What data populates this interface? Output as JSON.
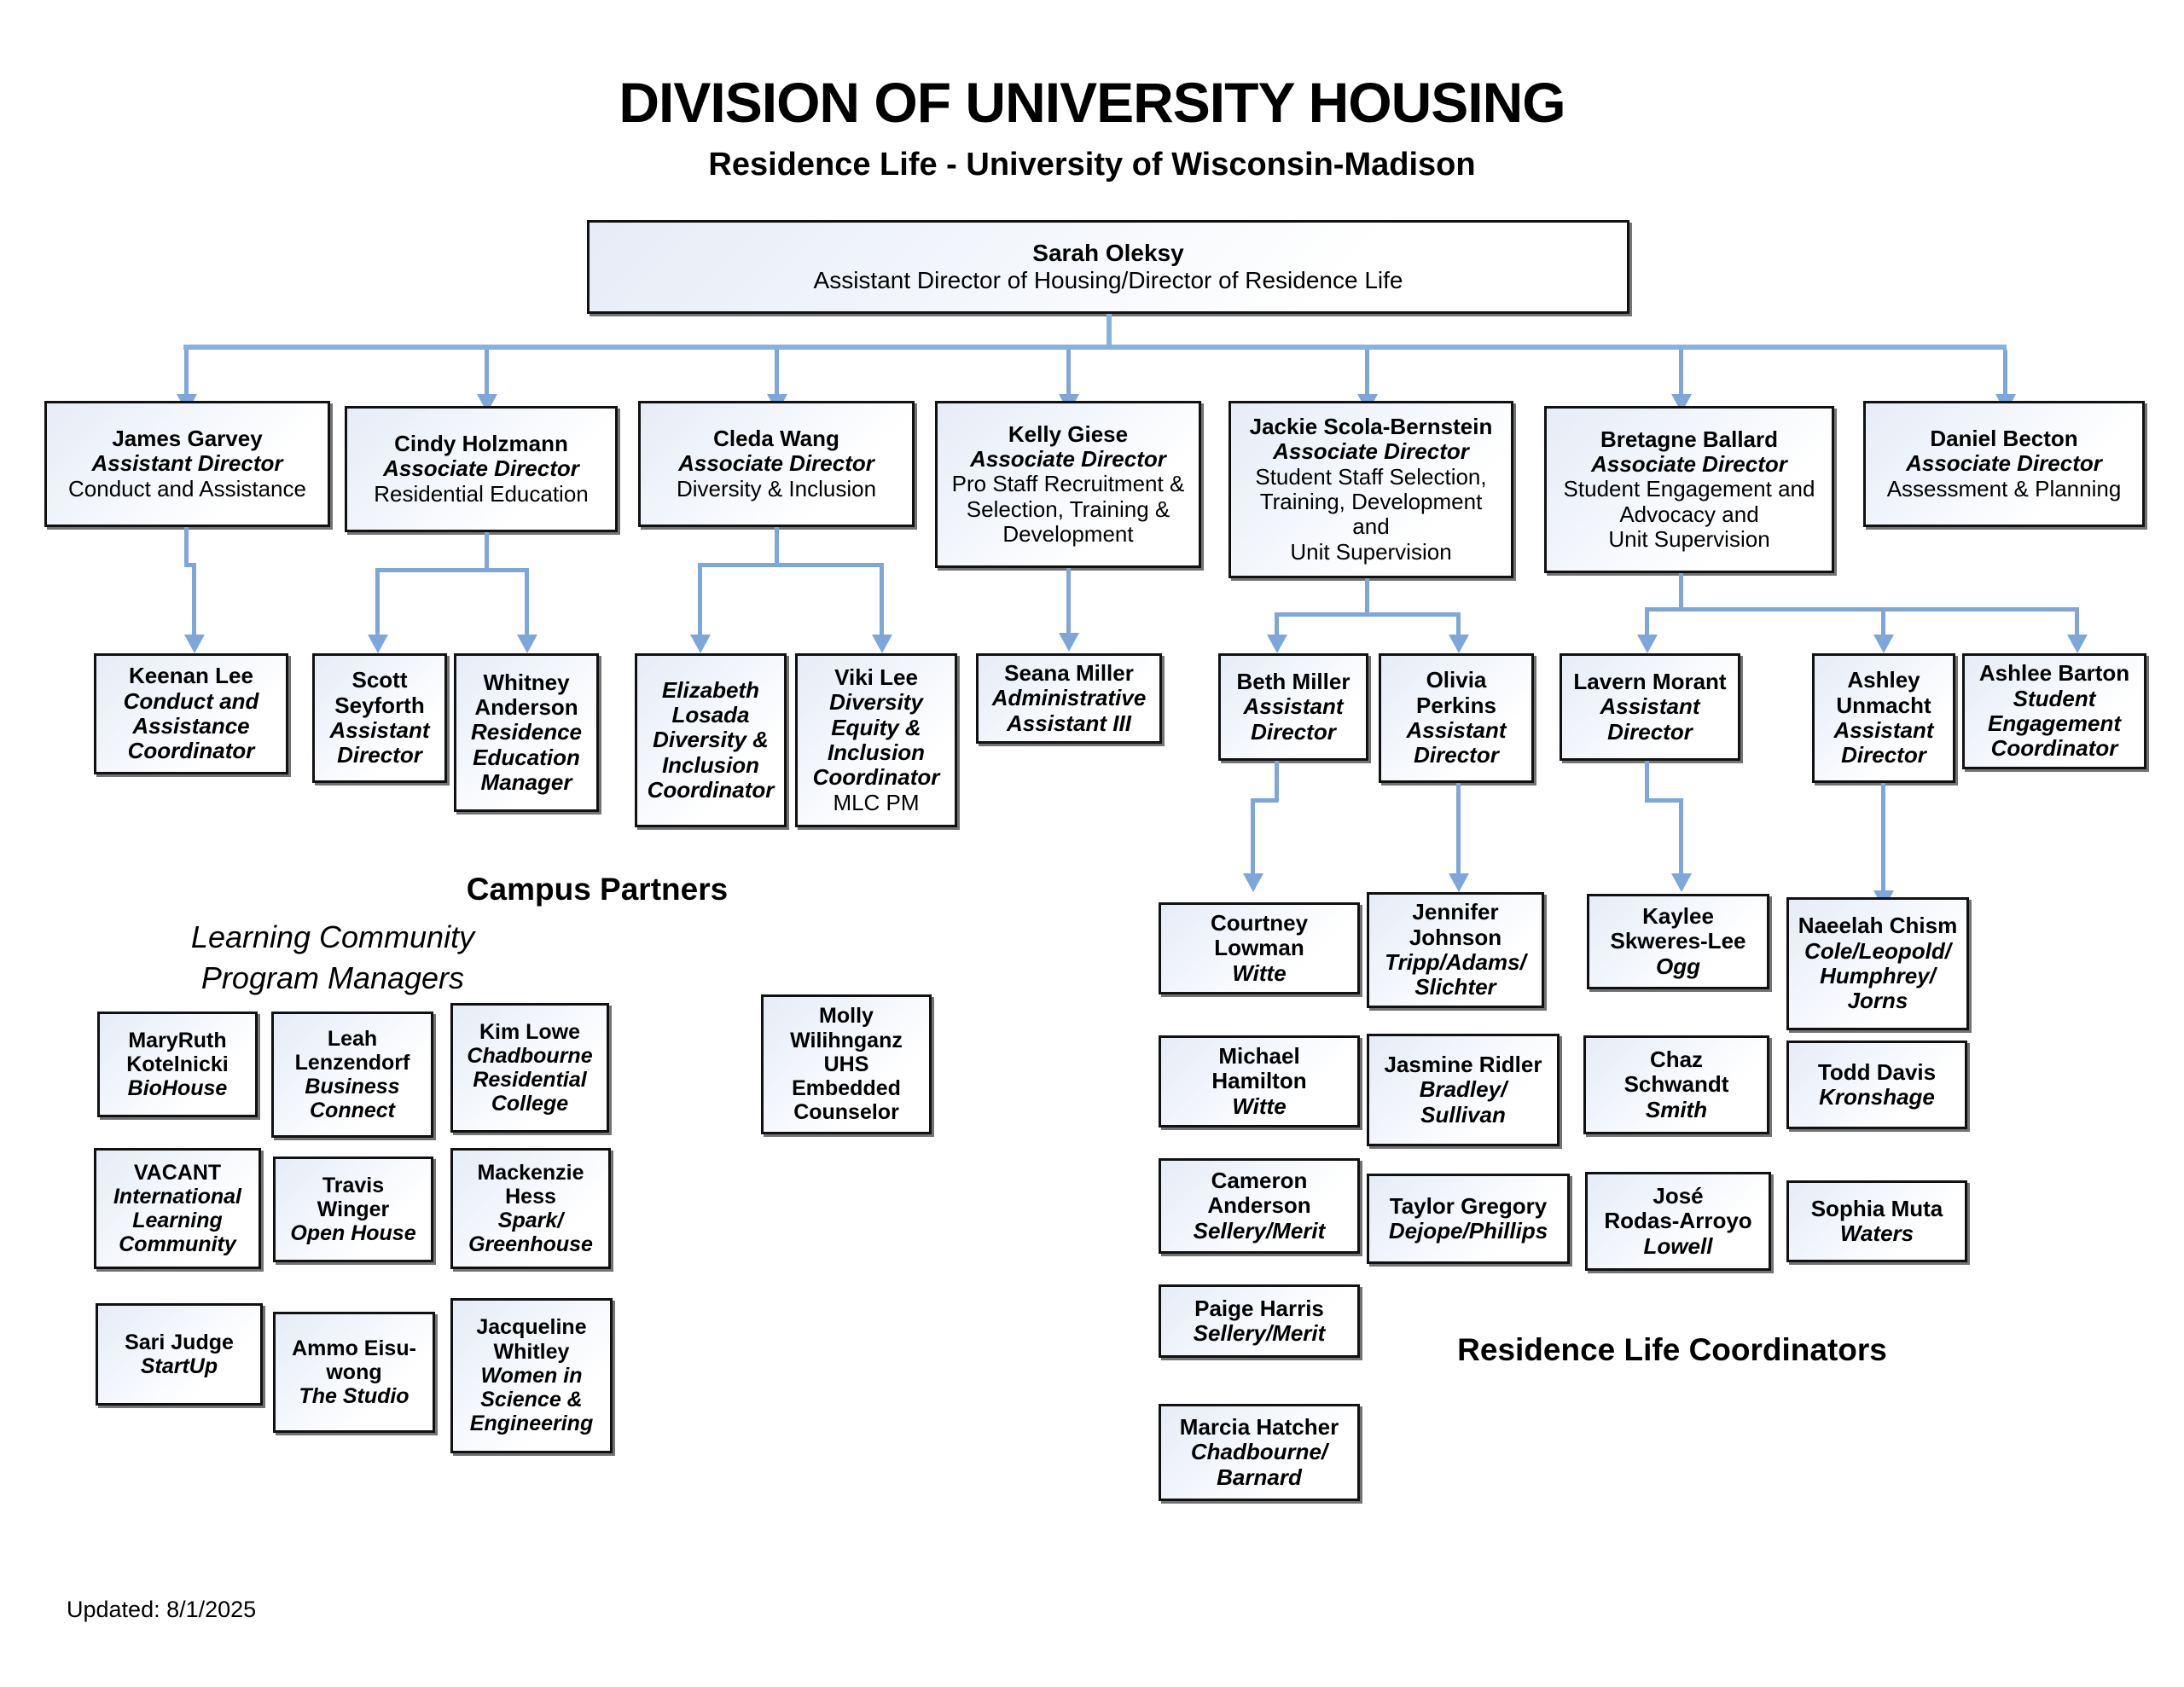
{
  "header": {
    "title": "DIVISION OF UNIVERSITY HOUSING",
    "subtitle": "Residence Life - University of Wisconsin-Madison"
  },
  "footer": {
    "updated": "Updated: 8/1/2025"
  },
  "sections": {
    "campus_partners": "Campus Partners",
    "learning_community": "Learning Community\nProgram Managers",
    "learning_community_l1": "Learning Community",
    "learning_community_l2": "Program Managers",
    "residence_life_coordinators": "Residence Life Coordinators"
  },
  "director": {
    "name": "Sarah Oleksy",
    "title": "Assistant Director of Housing/Director of Residence Life"
  },
  "tier2": [
    {
      "name": "James Garvey",
      "role": "Assistant Director",
      "unit": "Conduct and Assistance"
    },
    {
      "name": "Cindy Holzmann",
      "role": "Associate Director",
      "unit": "Residential Education"
    },
    {
      "name": "Cleda Wang",
      "role": "Associate Director",
      "unit": "Diversity & Inclusion"
    },
    {
      "name": "Kelly Giese",
      "role": "Associate Director",
      "unit": "Pro Staff Recruitment &\nSelection, Training &\nDevelopment",
      "unit_lines": [
        "Pro Staff Recruitment &",
        "Selection, Training &",
        "Development"
      ]
    },
    {
      "name": "Jackie Scola-Bernstein",
      "role": "Associate Director",
      "unit": "Student Staff Selection, Training, Development and Unit Supervision",
      "unit_lines": [
        "Student Staff Selection,",
        "Training, Development",
        "and",
        "Unit Supervision"
      ]
    },
    {
      "name": "Bretagne Ballard",
      "role": "Associate Director",
      "unit": "Student Engagement and Advocacy and Unit Supervision",
      "unit_lines": [
        "Student Engagement and",
        "Advocacy and",
        "Unit Supervision"
      ]
    },
    {
      "name": "Daniel Becton",
      "role": "Associate Director",
      "unit": "Assessment & Planning"
    }
  ],
  "tier3": [
    {
      "name_lines": [
        "Keenan Lee"
      ],
      "role_lines": [
        "Conduct and",
        "Assistance",
        "Coordinator"
      ]
    },
    {
      "name_lines": [
        "Scott",
        "Seyforth"
      ],
      "role_lines": [
        "Assistant",
        "Director"
      ]
    },
    {
      "name_lines": [
        "Whitney",
        "Anderson"
      ],
      "role_lines": [
        "Residence",
        "Education",
        "Manager"
      ]
    },
    {
      "name_lines": [],
      "role_lines": [
        "Elizabeth",
        "Losada",
        "Diversity &",
        "Inclusion",
        "Coordinator"
      ],
      "all_italic": true
    },
    {
      "name_lines": [
        "Viki Lee"
      ],
      "role_lines": [
        "Diversity",
        "Equity &",
        "Inclusion",
        "Coordinator"
      ],
      "plain_lines": [
        "MLC PM"
      ]
    },
    {
      "name_lines": [
        "Seana Miller"
      ],
      "role_lines": [
        "Administrative",
        "Assistant III"
      ]
    },
    {
      "name_lines": [
        "Beth Miller"
      ],
      "role_lines": [
        "Assistant",
        "Director"
      ]
    },
    {
      "name_lines": [
        "Olivia",
        "Perkins"
      ],
      "role_lines": [
        "Assistant",
        "Director"
      ]
    },
    {
      "name_lines": [
        "Lavern Morant"
      ],
      "role_lines": [
        "Assistant",
        "Director"
      ]
    },
    {
      "name_lines": [
        "Ashley",
        "Unmacht"
      ],
      "role_lines": [
        "Assistant",
        "Director"
      ]
    },
    {
      "name_lines": [
        "Ashlee Barton"
      ],
      "role_lines": [
        "Student",
        "Engagement",
        "Coordinator"
      ]
    }
  ],
  "campus_partners": [
    {
      "name_lines": [
        "MaryRuth",
        "Kotelnicki"
      ],
      "program_lines": [
        "BioHouse"
      ]
    },
    {
      "name_lines": [
        "Leah",
        "Lenzendorf"
      ],
      "program_lines": [
        "Business",
        "Connect"
      ]
    },
    {
      "name_lines": [
        "Kim Lowe"
      ],
      "program_lines": [
        "Chadbourne",
        "Residential",
        "College"
      ]
    },
    {
      "name_lines": [
        "VACANT"
      ],
      "program_lines": [
        "International",
        "Learning",
        "Community"
      ]
    },
    {
      "name_lines": [
        "Travis",
        "Winger"
      ],
      "program_lines": [
        "Open House"
      ]
    },
    {
      "name_lines": [
        "Mackenzie",
        "Hess"
      ],
      "program_lines": [
        "Spark/",
        "Greenhouse"
      ]
    },
    {
      "name_lines": [
        "Sari Judge"
      ],
      "program_lines": [
        "StartUp"
      ]
    },
    {
      "name_lines": [
        "Ammo Eisu-",
        "wong"
      ],
      "program_lines": [
        "The Studio"
      ]
    },
    {
      "name_lines": [
        "Jacqueline",
        "Whitley"
      ],
      "program_lines": [
        "Women in",
        "Science &",
        "Engineering"
      ]
    }
  ],
  "counselor": {
    "name_lines": [
      "Molly",
      "Wilihnganz",
      "UHS",
      "Embedded",
      "Counselor"
    ]
  },
  "coordinators": {
    "col1": [
      {
        "name_lines": [
          "Courtney",
          "Lowman"
        ],
        "hall_lines": [
          "Witte"
        ]
      },
      {
        "name_lines": [
          "Michael",
          "Hamilton"
        ],
        "hall_lines": [
          "Witte"
        ]
      },
      {
        "name_lines": [
          "Cameron",
          "Anderson"
        ],
        "hall_lines": [
          "Sellery/Merit"
        ]
      },
      {
        "name_lines": [
          "Paige Harris"
        ],
        "hall_lines": [
          "Sellery/Merit"
        ]
      },
      {
        "name_lines": [
          "Marcia Hatcher"
        ],
        "hall_lines": [
          "Chadbourne/",
          "Barnard"
        ]
      }
    ],
    "col2": [
      {
        "name_lines": [
          "Jennifer",
          "Johnson"
        ],
        "hall_lines": [
          "Tripp/Adams/",
          "Slichter"
        ]
      },
      {
        "name_lines": [
          "Jasmine Ridler"
        ],
        "hall_lines": [
          "Bradley/",
          "Sullivan"
        ]
      },
      {
        "name_lines": [
          "Taylor Gregory"
        ],
        "hall_lines": [
          "Dejope/Phillips"
        ]
      }
    ],
    "col3": [
      {
        "name_lines": [
          "Kaylee",
          "Skweres-Lee"
        ],
        "hall_lines": [
          "Ogg"
        ]
      },
      {
        "name_lines": [
          "Chaz",
          "Schwandt"
        ],
        "hall_lines": [
          "Smith"
        ]
      },
      {
        "name_lines": [
          "José",
          "Rodas-Arroyo"
        ],
        "hall_lines": [
          "Lowell"
        ]
      }
    ],
    "col4": [
      {
        "name_lines": [
          "Naeelah Chism"
        ],
        "hall_lines": [
          "Cole/Leopold/",
          "Humphrey/",
          "Jorns"
        ]
      },
      {
        "name_lines": [
          "Todd Davis"
        ],
        "hall_lines": [
          "Kronshage"
        ]
      },
      {
        "name_lines": [
          "Sophia Muta"
        ],
        "hall_lines": [
          "Waters"
        ]
      }
    ]
  },
  "colors": {
    "connector": "#7EA6D9",
    "box_border": "#111111",
    "box_fill_top": "#e6ecf7",
    "box_fill_bottom": "#ffffff"
  }
}
